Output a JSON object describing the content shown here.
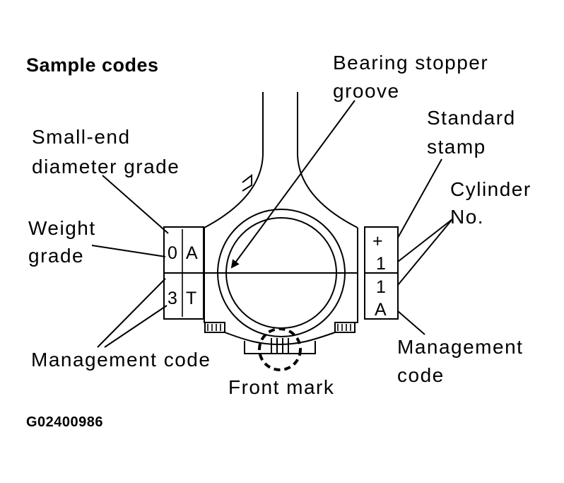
{
  "title": "Sample codes",
  "figure_id": "G02400986",
  "labels": {
    "bearing_stopper_groove": [
      "Bearing stopper",
      "groove"
    ],
    "small_end_diameter_grade": [
      "Small-end",
      "diameter grade"
    ],
    "weight_grade": [
      "Weight",
      "grade"
    ],
    "management_code_left": "Management code",
    "front_mark": "Front mark",
    "standard_stamp": [
      "Standard",
      "stamp"
    ],
    "cylinder_no": [
      "Cylinder",
      "No."
    ],
    "management_code_right": [
      "Management",
      "code"
    ]
  },
  "stamps": {
    "left_top": [
      "0",
      "A"
    ],
    "left_bottom": [
      "3",
      "T"
    ],
    "right_top": [
      "+",
      "1"
    ],
    "right_bottom": [
      "1",
      "A"
    ]
  }
}
